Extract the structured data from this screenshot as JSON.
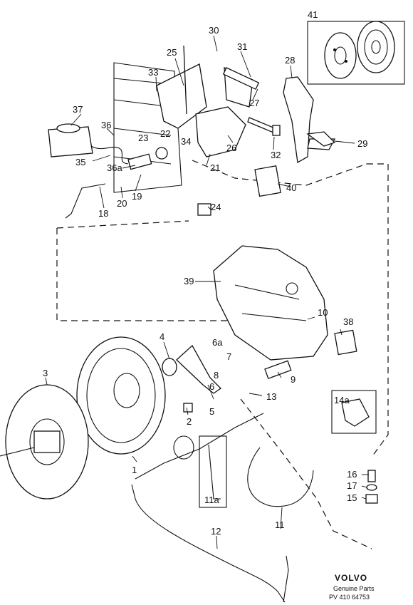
{
  "diagram": {
    "callouts": [
      {
        "label": "1"
      },
      {
        "label": "2"
      },
      {
        "label": "3"
      },
      {
        "label": "4"
      },
      {
        "label": "5"
      },
      {
        "label": "6"
      },
      {
        "label": "6a"
      },
      {
        "label": "7"
      },
      {
        "label": "8"
      },
      {
        "label": "9"
      },
      {
        "label": "10"
      },
      {
        "label": "11"
      },
      {
        "label": "11a"
      },
      {
        "label": "12"
      },
      {
        "label": "13"
      },
      {
        "label": "14a"
      },
      {
        "label": "15"
      },
      {
        "label": "16"
      },
      {
        "label": "17"
      },
      {
        "label": "18"
      },
      {
        "label": "19"
      },
      {
        "label": "20"
      },
      {
        "label": "21"
      },
      {
        "label": "22"
      },
      {
        "label": "23"
      },
      {
        "label": "24"
      },
      {
        "label": "25"
      },
      {
        "label": "26"
      },
      {
        "label": "27"
      },
      {
        "label": "28"
      },
      {
        "label": "29"
      },
      {
        "label": "30"
      },
      {
        "label": "31"
      },
      {
        "label": "32"
      },
      {
        "label": "33"
      },
      {
        "label": "34"
      },
      {
        "label": "35"
      },
      {
        "label": "36"
      },
      {
        "label": "36a"
      },
      {
        "label": "37"
      },
      {
        "label": "38"
      },
      {
        "label": "39"
      },
      {
        "label": "40"
      },
      {
        "label": "41"
      }
    ],
    "footer": {
      "brand": "VOLVO",
      "subtitle": "Genuine Parts",
      "code": "PV 410 64753"
    }
  }
}
